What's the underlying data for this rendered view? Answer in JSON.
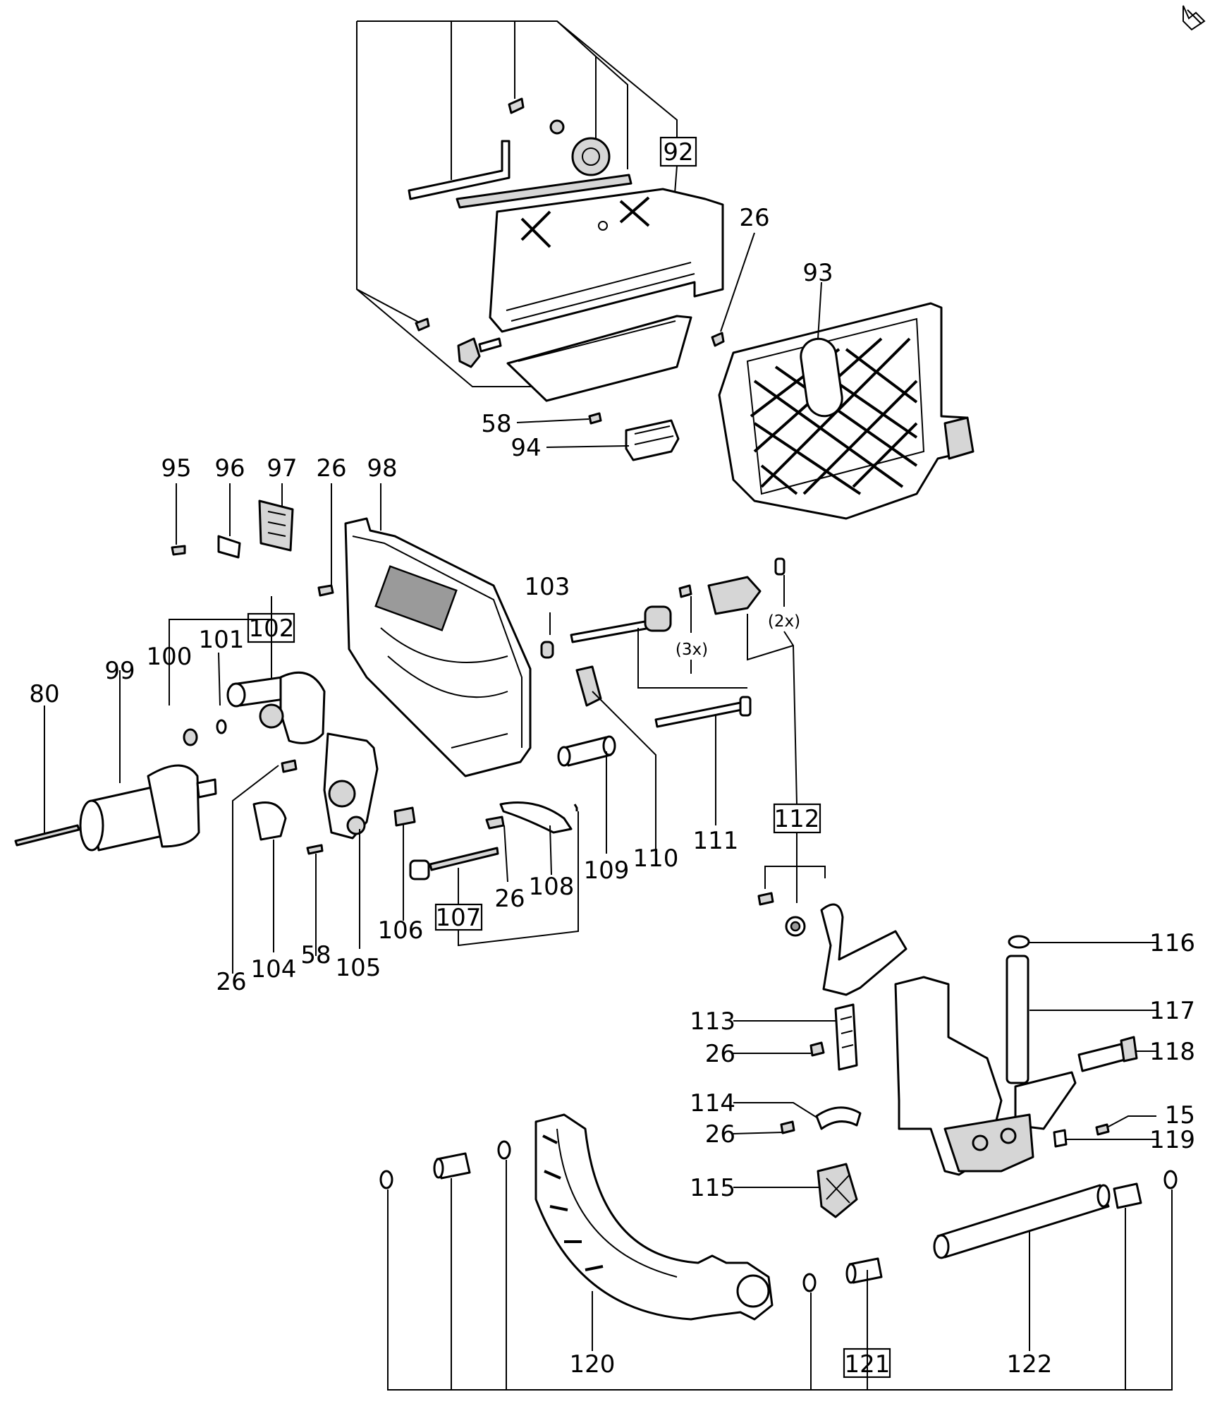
{
  "labels": {
    "l92": "92",
    "l26a": "26",
    "l93": "93",
    "l58a": "58",
    "l94": "94",
    "l95": "95",
    "l96": "96",
    "l97": "97",
    "l26b": "26",
    "l98": "98",
    "l103": "103",
    "l100": "100",
    "l101": "101",
    "l102": "102",
    "l99": "99",
    "l80": "80",
    "l3x": "(3x)",
    "l2x": "(2x)",
    "l111": "111",
    "l110": "110",
    "l109": "109",
    "l112": "112",
    "l108": "108",
    "l26c": "26",
    "l107": "107",
    "l106": "106",
    "l105": "105",
    "l58b": "58",
    "l104": "104",
    "l26d": "26",
    "l116": "116",
    "l117": "117",
    "l118": "118",
    "l113": "113",
    "l26e": "26",
    "l114": "114",
    "l26f": "26",
    "l15": "15",
    "l119": "119",
    "l115": "115",
    "l120": "120",
    "l121": "121",
    "l122": "122"
  },
  "icons": {
    "corner": "page-turn-icon"
  }
}
